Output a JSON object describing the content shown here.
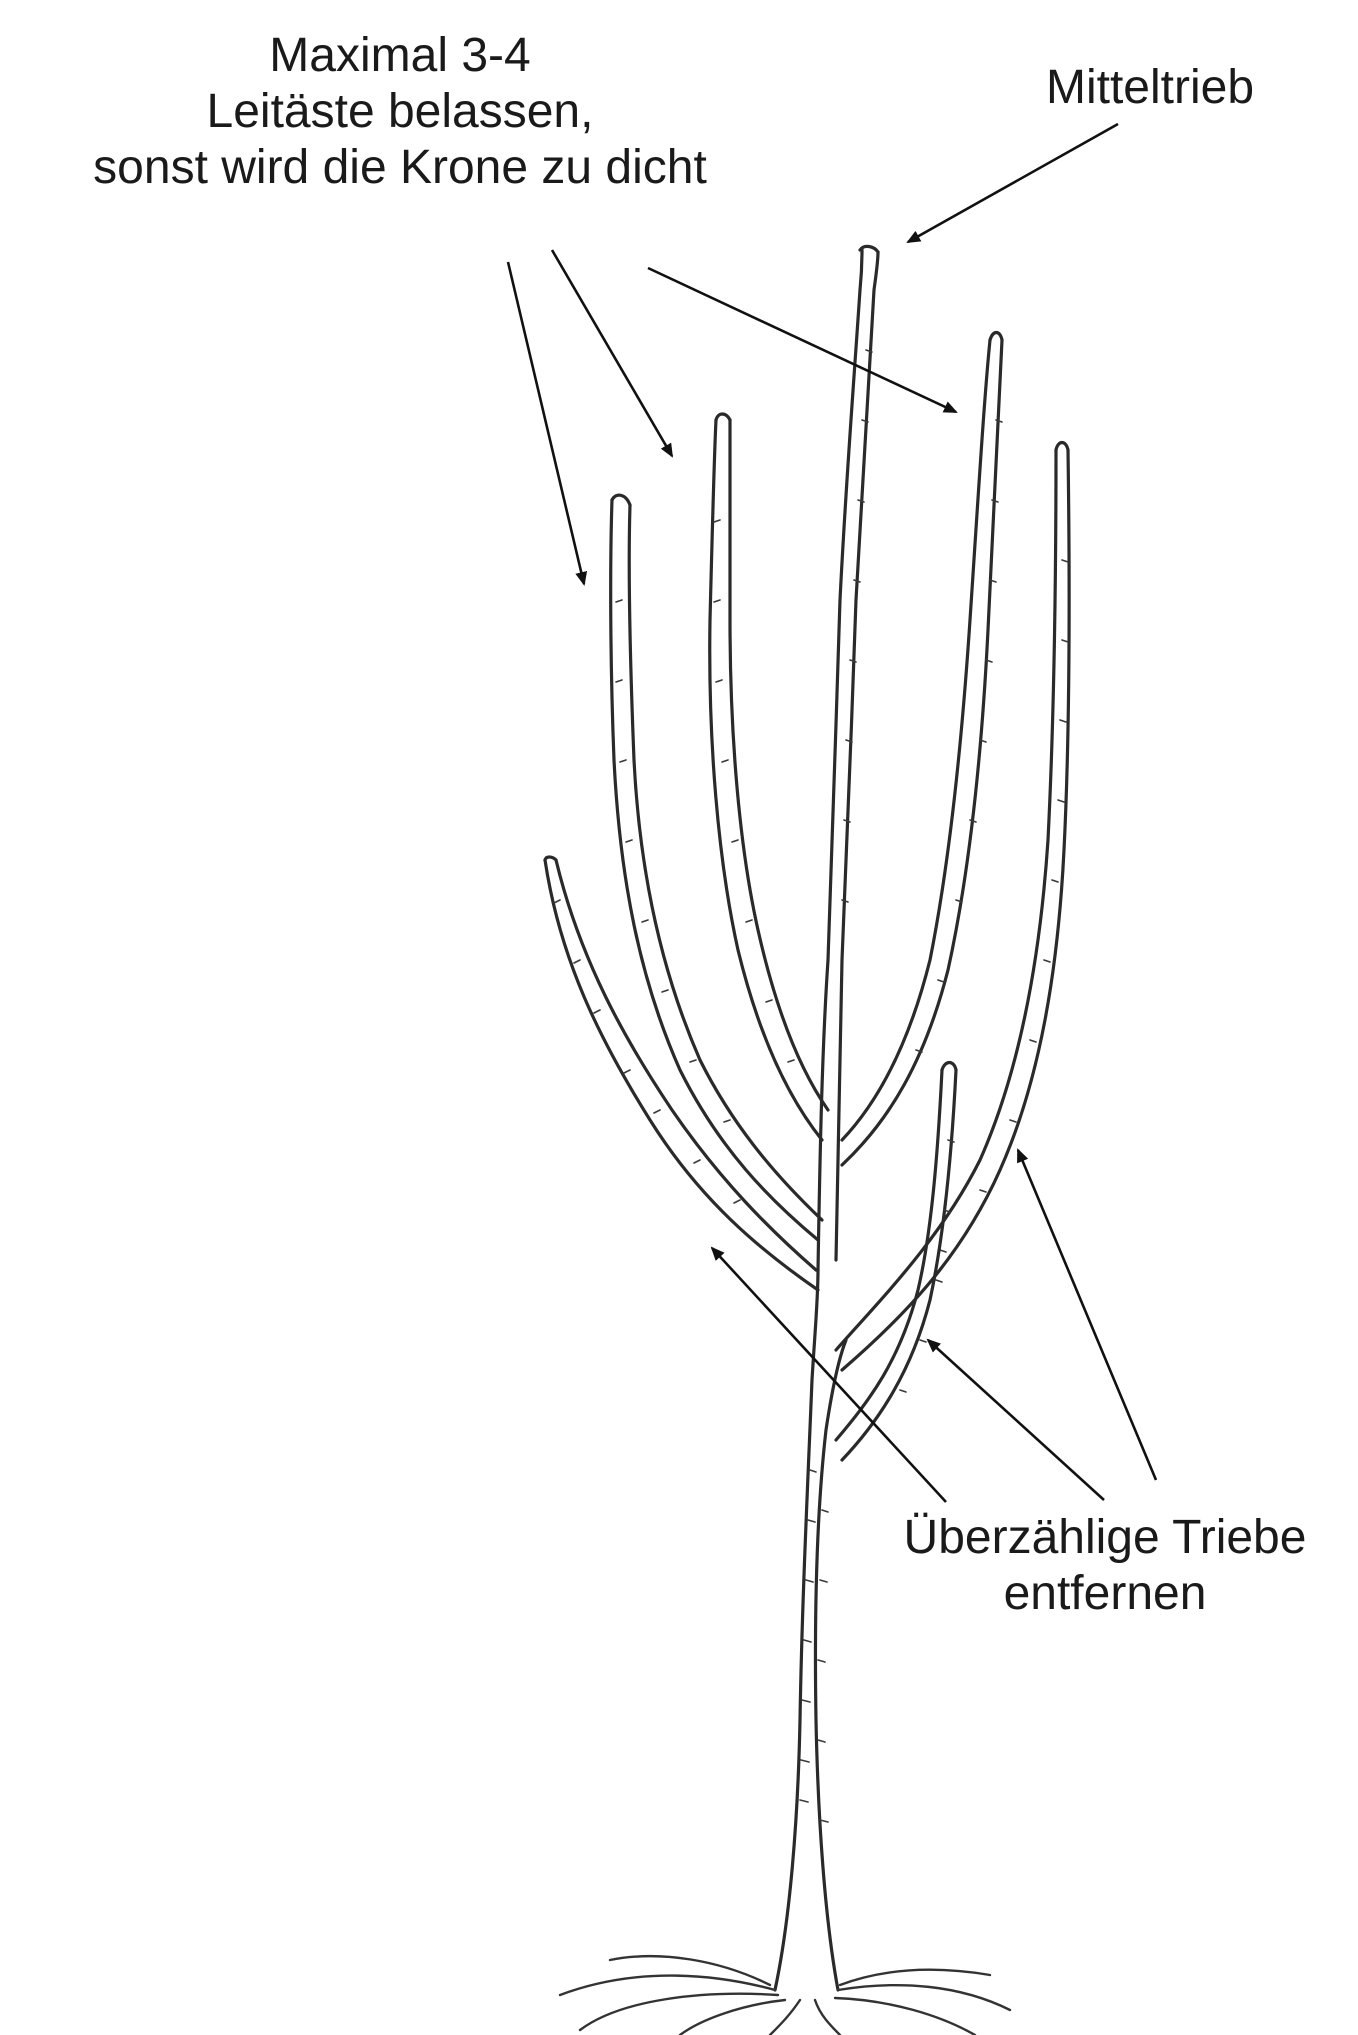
{
  "labels": {
    "leitaeste": [
      "Maximal 3-4",
      "Leitäste belassen,",
      "sonst wird die Krone zu dicht"
    ],
    "mitteltrieb": "Mitteltrieb",
    "ueberzaehlig": [
      "Überzählige Triebe",
      "entfernen"
    ]
  },
  "colors": {
    "ink": "#1a1a1a",
    "background": "#ffffff"
  }
}
